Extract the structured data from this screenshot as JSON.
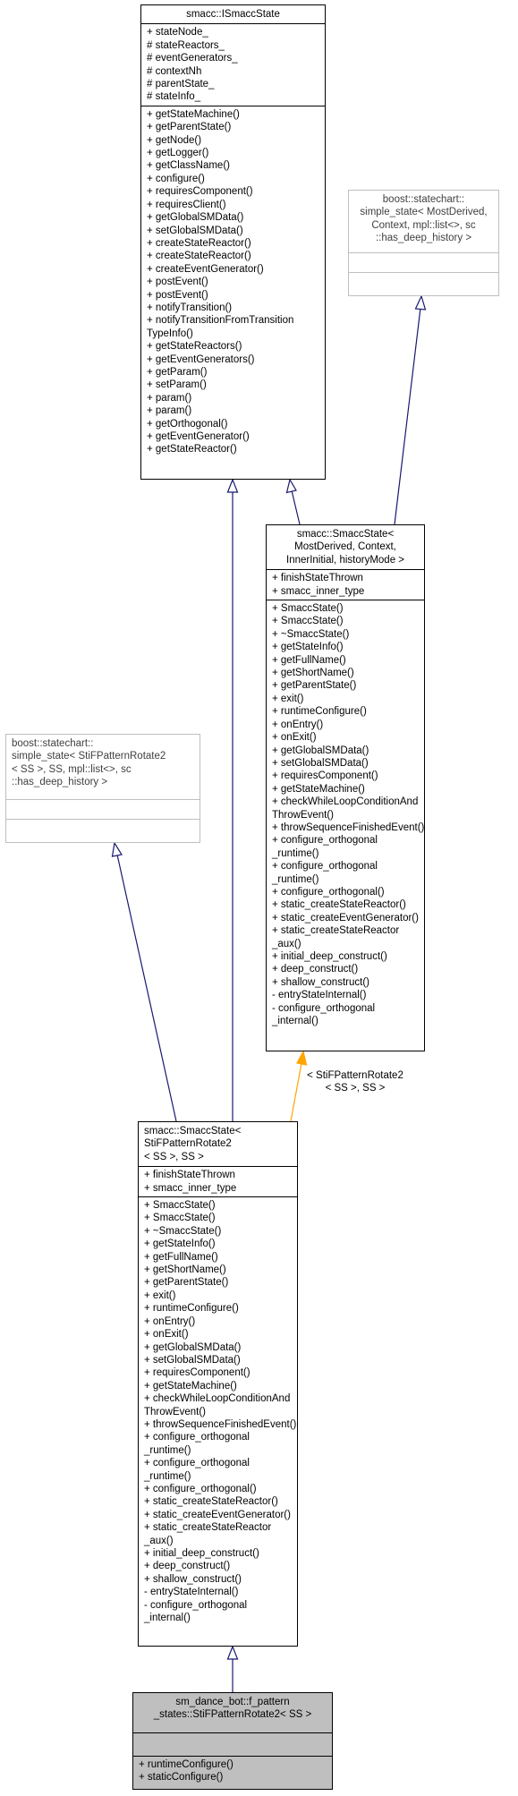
{
  "ismacc": {
    "title": "smacc::ISmaccState",
    "attributes": [
      "+ stateNode_",
      "# stateReactors_",
      "# eventGenerators_",
      "# contextNh",
      "# parentState_",
      "# stateInfo_"
    ],
    "methods": [
      "+ getStateMachine()",
      "+ getParentState()",
      "+ getNode()",
      "+ getLogger()",
      "+ getClassName()",
      "+ configure()",
      "+ requiresComponent()",
      "+ requiresClient()",
      "+ getGlobalSMData()",
      "+ setGlobalSMData()",
      "+ createStateReactor()",
      "+ createStateReactor()",
      "+ createEventGenerator()",
      "+ postEvent()",
      "+ postEvent()",
      "+ notifyTransition()",
      "+ notifyTransitionFromTransition",
      "TypeInfo()",
      "+ getStateReactors()",
      "+ getEventGenerators()",
      "+ getParam()",
      "+ setParam()",
      "+ param()",
      "+ param()",
      "+ getOrthogonal()",
      "+ getEventGenerator()",
      "+ getStateReactor()"
    ]
  },
  "simple_state_top": {
    "title": "boost::statechart::\nsimple_state< MostDerived,\n Context, mpl::list<>, sc\n::has_deep_history >"
  },
  "smacc_template": {
    "title": "smacc::SmaccState<\n MostDerived, Context,\n InnerInitial, historyMode >",
    "attributes": [
      "+ finishStateThrown",
      "+ smacc_inner_type"
    ],
    "methods": [
      "+ SmaccState()",
      "+ SmaccState()",
      "+ ~SmaccState()",
      "+ getStateInfo()",
      "+ getFullName()",
      "+ getShortName()",
      "+ getParentState()",
      "+ exit()",
      "+ runtimeConfigure()",
      "+ onEntry()",
      "+ onExit()",
      "+ getGlobalSMData()",
      "+ setGlobalSMData()",
      "+ requiresComponent()",
      "+ getStateMachine()",
      "+ checkWhileLoopConditionAnd",
      "ThrowEvent()",
      "+ throwSequenceFinishedEvent()",
      "+ configure_orthogonal",
      "_runtime()",
      "+ configure_orthogonal",
      "_runtime()",
      "+ configure_orthogonal()",
      "+ static_createStateReactor()",
      "+ static_createEventGenerator()",
      "+ static_createStateReactor",
      "_aux()",
      "+ initial_deep_construct()",
      "+ deep_construct()",
      "+ shallow_construct()",
      "- entryStateInternal()",
      "- configure_orthogonal",
      "_internal()"
    ]
  },
  "simple_state_left": {
    "title": "boost::statechart::\nsimple_state< StiFPatternRotate2\n< SS >, SS, mpl::list<>, sc\n::has_deep_history >"
  },
  "edge_label": "< StiFPatternRotate2\n< SS >, SS >",
  "smacc_instance": {
    "title": "smacc::SmaccState<\n StiFPatternRotate2\n< SS >, SS >",
    "attributes": [
      "+ finishStateThrown",
      "+ smacc_inner_type"
    ],
    "methods": [
      "+ SmaccState()",
      "+ SmaccState()",
      "+ ~SmaccState()",
      "+ getStateInfo()",
      "+ getFullName()",
      "+ getShortName()",
      "+ getParentState()",
      "+ exit()",
      "+ runtimeConfigure()",
      "+ onEntry()",
      "+ onExit()",
      "+ getGlobalSMData()",
      "+ setGlobalSMData()",
      "+ requiresComponent()",
      "+ getStateMachine()",
      "+ checkWhileLoopConditionAnd",
      "ThrowEvent()",
      "+ throwSequenceFinishedEvent()",
      "+ configure_orthogonal",
      "_runtime()",
      "+ configure_orthogonal",
      "_runtime()",
      "+ configure_orthogonal()",
      "+ static_createStateReactor()",
      "+ static_createEventGenerator()",
      "+ static_createStateReactor",
      "_aux()",
      "+ initial_deep_construct()",
      "+ deep_construct()",
      "+ shallow_construct()",
      "- entryStateInternal()",
      "- configure_orthogonal",
      "_internal()"
    ]
  },
  "bottom": {
    "title": "sm_dance_bot::f_pattern\n_states::StiFPatternRotate2< SS >",
    "methods": [
      "+ runtimeConfigure()",
      "+ staticConfigure()"
    ]
  },
  "colors": {
    "inherit": "#191970",
    "template": "#ffa500",
    "grey_border": "#bfbfbf",
    "selected_fill": "#bfbfbf"
  }
}
